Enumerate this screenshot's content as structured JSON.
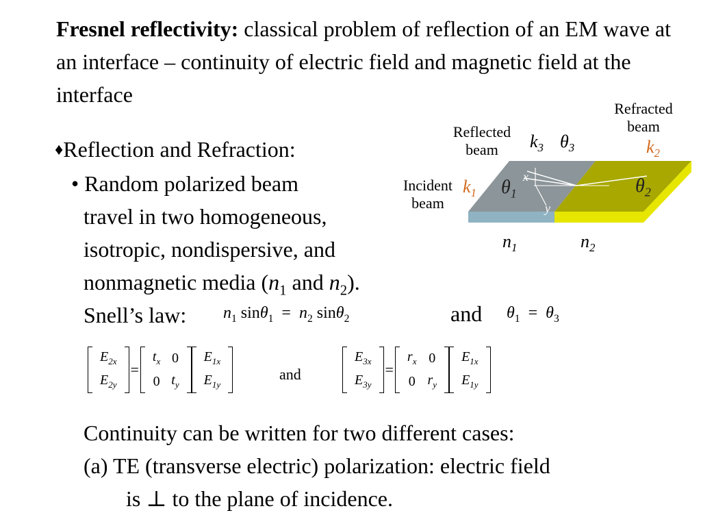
{
  "title": {
    "bold": "Fresnel reflectivity:",
    "text": " classical problem of reflection of an EM wave at an interface – continuity of  electric field and magnetic field at the interface"
  },
  "bullets": {
    "head_symbol": "♦",
    "head": "Reflection and Refraction:",
    "sub_symbol": "•",
    "sub_line1": "Random polarized beam",
    "line2": "travel in two homogeneous,",
    "line3": "isotropic, nondispersive, and",
    "line4_pre": "nonmagnetic media (",
    "line4_n": "n",
    "line4_1": "1",
    "line4_and": " and ",
    "line4_2": "2",
    "line4_post": ").",
    "snell_label": "Snell’s law:",
    "and_word": "and"
  },
  "equations": {
    "snell_n1": "n",
    "snell_sub1": "1",
    "sin": "sin",
    "theta": "θ",
    "eq": "=",
    "snell_n2": "n",
    "snell_sub2": "2",
    "theta_eq": "θ",
    "sub3": "3"
  },
  "diagram": {
    "reflected": "Reflected beam",
    "refracted": "Refracted beam",
    "incident": "Incident beam",
    "k3": "k",
    "k3_sub": "3",
    "theta3": "θ",
    "theta3_sub": "3",
    "k2": "k",
    "k2_sub": "2",
    "k1": "k",
    "k1_sub": "1",
    "theta1": "θ",
    "theta1_sub": "1",
    "theta2": "θ",
    "theta2_sub": "2",
    "x_axis": "x",
    "y_axis": "y",
    "n1": "n",
    "n1_sub": "1",
    "n2": "n",
    "n2_sub": "2",
    "colors": {
      "medium1_top": "#8c9599",
      "medium1_side": "#8fb3c2",
      "medium2_top": "#a8a800",
      "medium2_side": "#e6e600",
      "orange_label": "#d2691e"
    }
  },
  "matrices": {
    "and_word": "and",
    "eq1": {
      "lhs": [
        "E",
        "2x",
        "E",
        "2y"
      ],
      "m": [
        "t",
        "x",
        "0",
        "0",
        "t",
        "y"
      ],
      "rhs": [
        "E",
        "1x",
        "E",
        "1y"
      ]
    },
    "eq2": {
      "lhs": [
        "E",
        "3x",
        "E",
        "3y"
      ],
      "m": [
        "r",
        "x",
        "0",
        "0",
        "r",
        "y"
      ],
      "rhs": [
        "E",
        "1x",
        "E",
        "1y"
      ]
    },
    "equals": "="
  },
  "continuity": {
    "line1": "Continuity can be written for two different cases:",
    "line2": "(a) TE (transverse electric) polarization: electric field",
    "line3": "is ⊥ to the plane of incidence."
  }
}
